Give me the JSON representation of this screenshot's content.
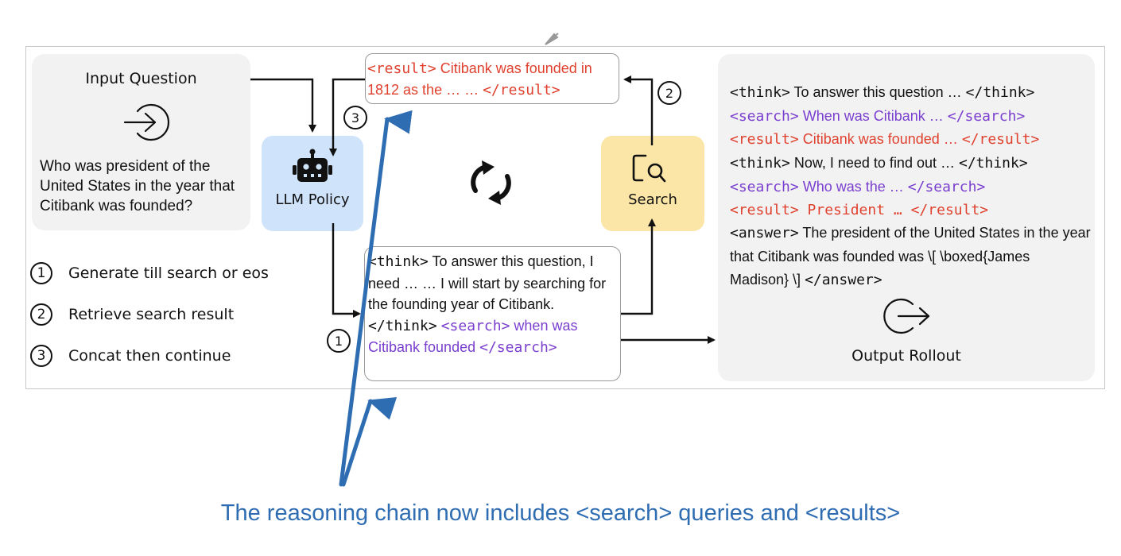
{
  "input_panel": {
    "title": "Input Question",
    "question": "Who was president of the United States in the year that Citibank was founded?"
  },
  "llm_policy": {
    "label": "LLM Policy",
    "icon": "robot-icon"
  },
  "search_node": {
    "label": "Search",
    "icon": "search-icon"
  },
  "loop_icon": "refresh-cycle-icon",
  "result_box": {
    "tag_open": "<result>",
    "text": " Citibank was founded in 1812 as the … … ",
    "tag_close": "</result>"
  },
  "think_box": {
    "think_open": "<think>",
    "think_text": " To answer this question, I need … … I will start by searching for the founding year of Citibank. ",
    "think_close": "</think>",
    "search_open": "<search>",
    "search_text": " when was Citibank founded ",
    "search_close": "</search>"
  },
  "steps": [
    {
      "num": "1",
      "label": "Generate till search or eos"
    },
    {
      "num": "2",
      "label": "Retrieve search result"
    },
    {
      "num": "3",
      "label": "Concat then continue"
    }
  ],
  "output_panel": {
    "lines": [
      {
        "tag": "<think>",
        "text": " To answer this question … ",
        "close": "</think>",
        "color": "black"
      },
      {
        "tag": "<search>",
        "text": " When was Citibank … ",
        "close": "</search>",
        "color": "purple"
      },
      {
        "tag": "<result>",
        "text": " Citibank was founded … ",
        "close": "</result>",
        "color": "red"
      },
      {
        "tag": "<think>",
        "text": " Now, I need to find out … ",
        "close": "</think>",
        "color": "black"
      },
      {
        "tag": "<search>",
        "text": " Who was the … ",
        "close": "</search>",
        "color": "purple"
      },
      {
        "tag": "<result>",
        "text": " President … ",
        "close": "</result>",
        "color": "red"
      }
    ],
    "answer_open": "<answer>",
    "answer_text": " The president of the United States in the year that Citibank was founded was \\[ \\boxed{James Madison} \\] ",
    "answer_close": "</answer>",
    "label": "Output Rollout",
    "icon": "exit-icon"
  },
  "entry_icon": "enter-icon",
  "caption": "The reasoning chain now includes <search> queries and <results>",
  "colors": {
    "llm_box": "#cfe3fb",
    "search_box": "#fbe6a8",
    "result_red": "#e0412e",
    "search_purple": "#7a3fcf",
    "annotation_blue": "#2f6db3"
  }
}
